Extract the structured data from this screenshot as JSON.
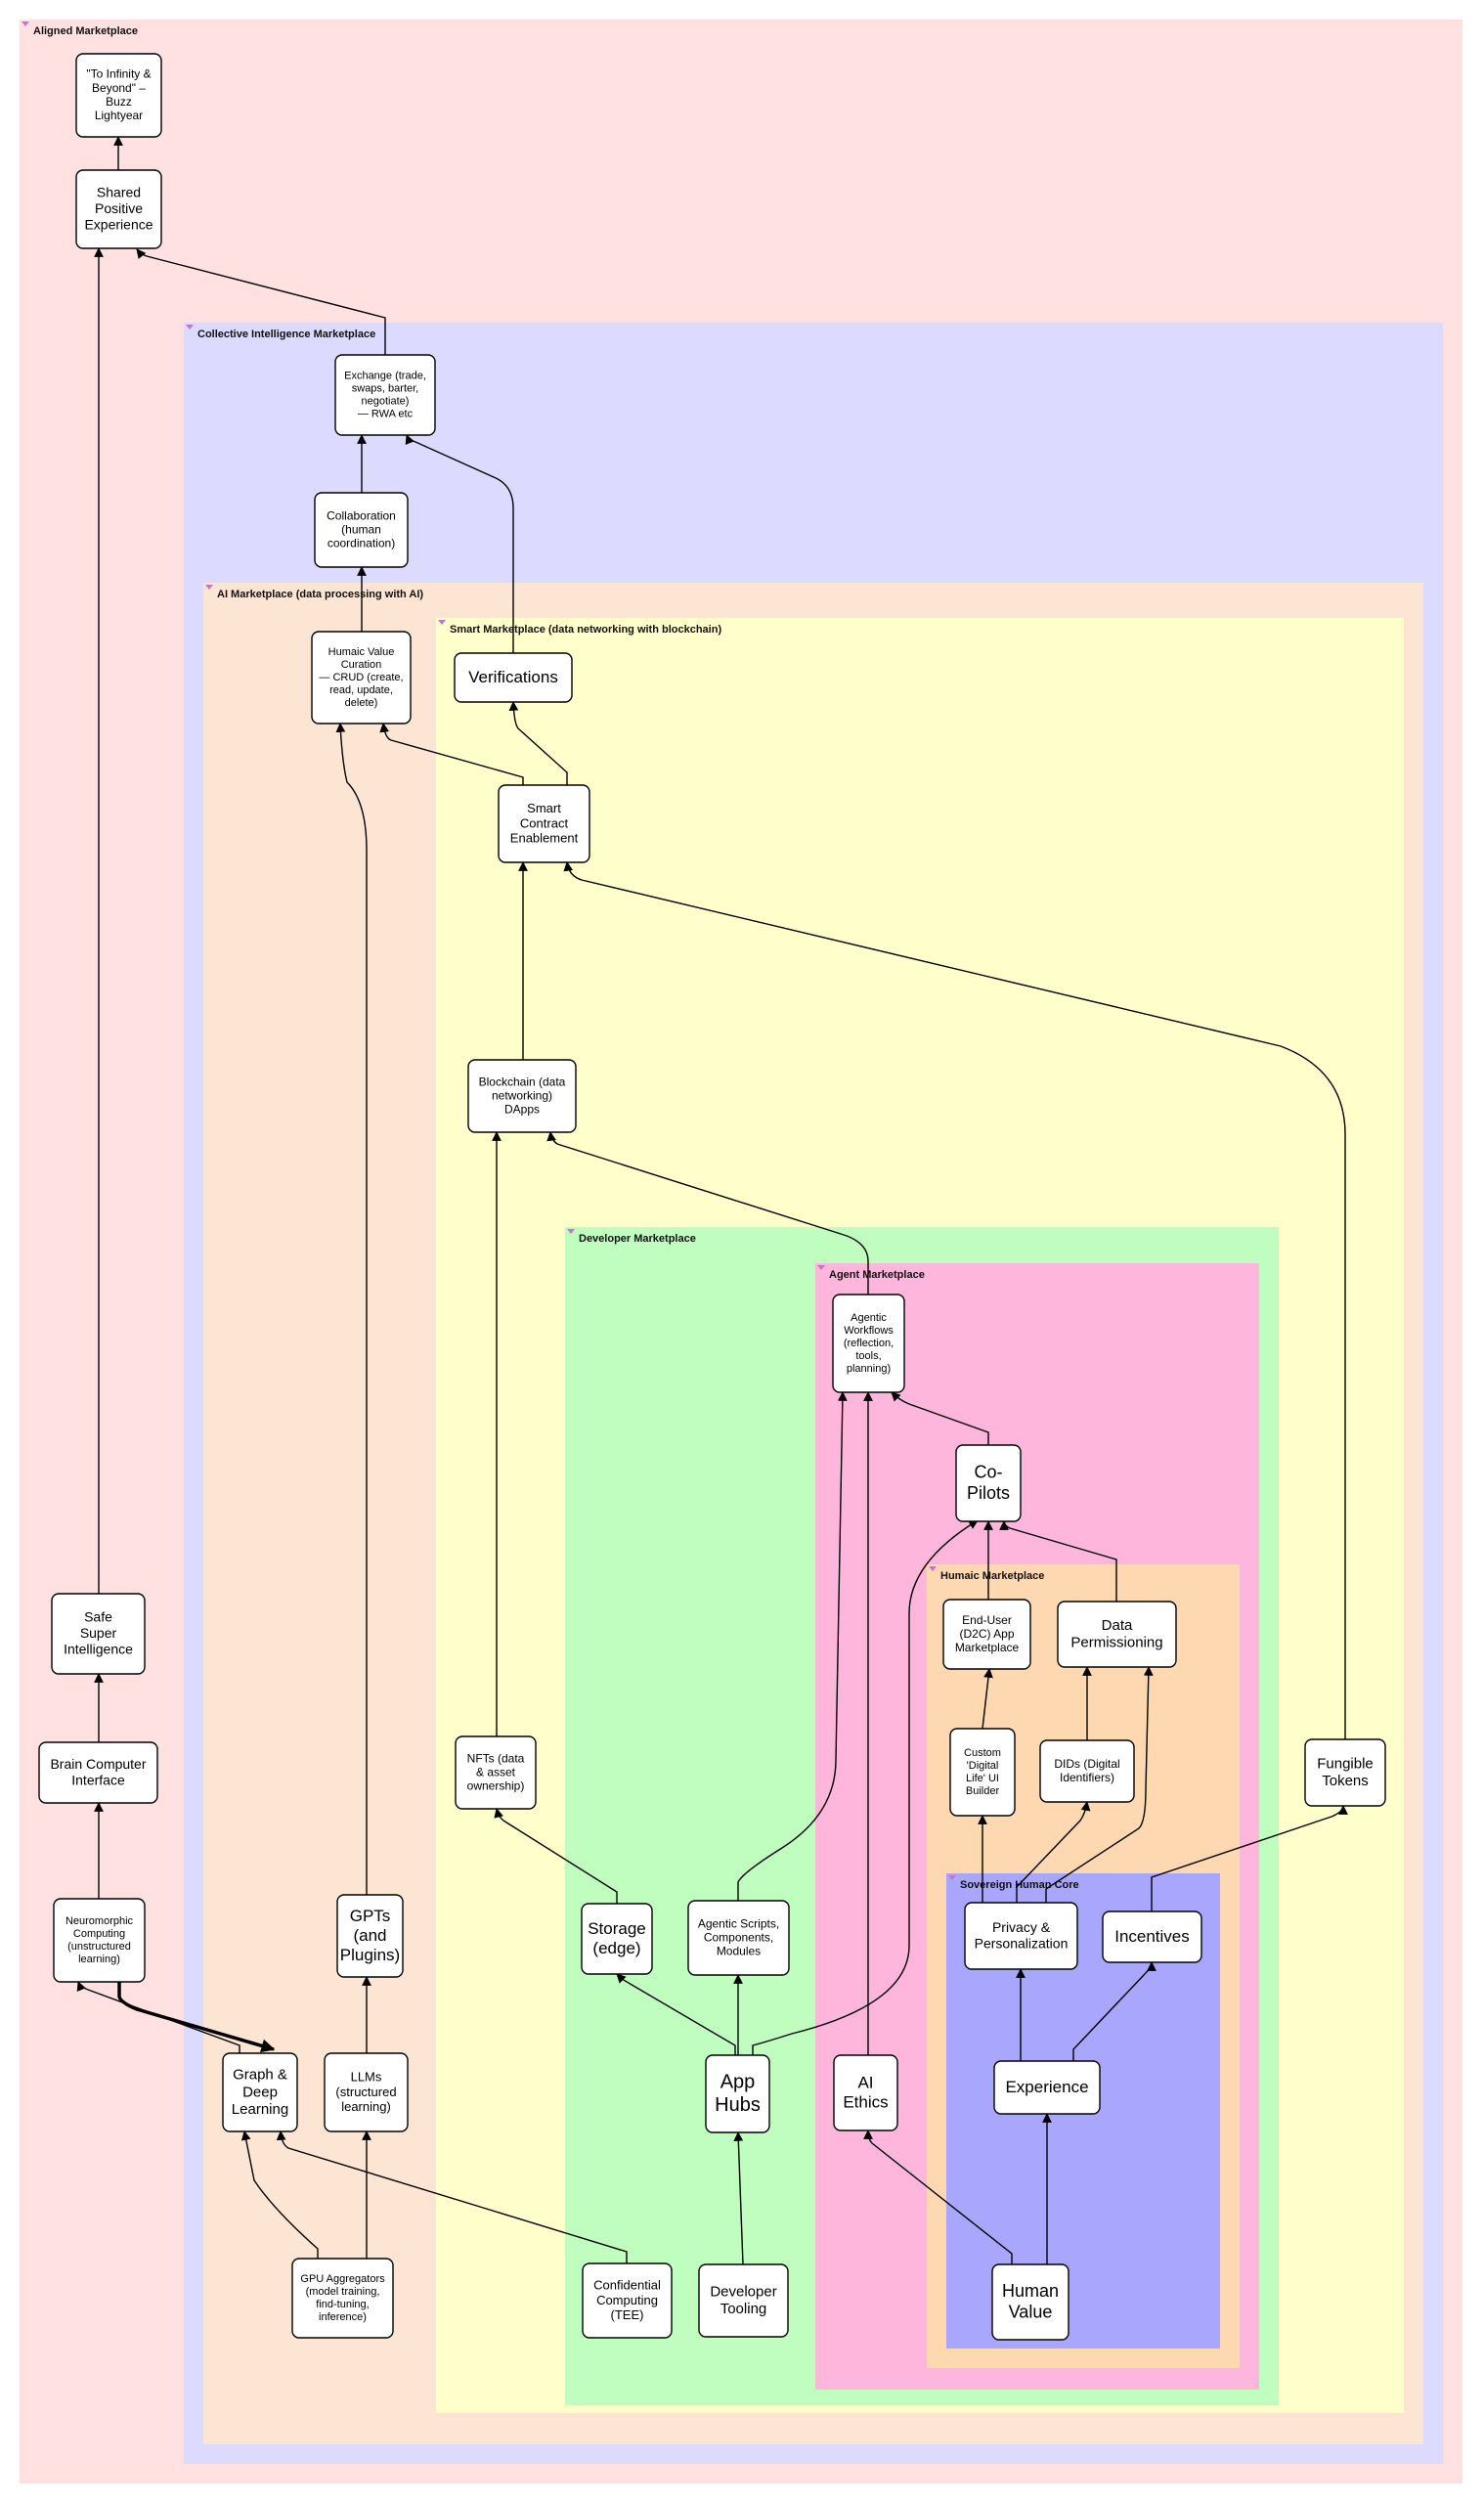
{
  "containers": [
    {
      "id": "aligned",
      "title": "Aligned Marketplace",
      "color": "#ffe1e2"
    },
    {
      "id": "collective",
      "title": "Collective Intelligence Marketplace",
      "color": "#dcdaff"
    },
    {
      "id": "ai",
      "title": "AI Marketplace (data processing with AI)",
      "color": "#fde5d3"
    },
    {
      "id": "smart",
      "title": "Smart Marketplace (data networking with blockchain)",
      "color": "#ffffcb"
    },
    {
      "id": "developer",
      "title": "Developer Marketplace",
      "color": "#c0fec0"
    },
    {
      "id": "agent",
      "title": "Agent Marketplace",
      "color": "#feb6dc"
    },
    {
      "id": "humaic",
      "title": "Humaic Marketplace",
      "color": "#fed8b0"
    },
    {
      "id": "sovereign",
      "title": "Sovereign Human Core",
      "color": "#a9a6fe"
    }
  ],
  "nodes": [
    {
      "id": "infinity",
      "lines": [
        "\"To Infinity &",
        "Beyond\" –",
        "Buzz",
        "Lightyear"
      ]
    },
    {
      "id": "shared",
      "lines": [
        "Shared",
        "Positive",
        "Experience"
      ]
    },
    {
      "id": "exchange",
      "lines": [
        "Exchange (trade,",
        "swaps, barter,",
        "negotiate)",
        "— RWA etc"
      ]
    },
    {
      "id": "collab",
      "lines": [
        "Collaboration",
        "(human",
        "coordination)"
      ]
    },
    {
      "id": "humaicvalue",
      "lines": [
        "Humaic Value",
        "Curation",
        "— CRUD (create,",
        "read, update,",
        "delete)"
      ]
    },
    {
      "id": "verifications",
      "lines": [
        "Verifications"
      ]
    },
    {
      "id": "smartcontract",
      "lines": [
        "Smart",
        "Contract",
        "Enablement"
      ]
    },
    {
      "id": "blockchain",
      "lines": [
        "Blockchain (data",
        "networking)",
        "DApps"
      ]
    },
    {
      "id": "agentic",
      "lines": [
        "Agentic",
        "Workflows",
        "(reflection,",
        "tools,",
        "planning)"
      ]
    },
    {
      "id": "copilots",
      "lines": [
        "Co-",
        "Pilots"
      ]
    },
    {
      "id": "enduser",
      "lines": [
        "End-User",
        "(D2C) App",
        "Marketplace"
      ]
    },
    {
      "id": "dataperm",
      "lines": [
        "Data",
        "Permissioning"
      ]
    },
    {
      "id": "custom",
      "lines": [
        "Custom",
        "'Digital",
        "Life' UI",
        "Builder"
      ]
    },
    {
      "id": "dids",
      "lines": [
        "DIDs (Digital",
        "Identifiers)"
      ]
    },
    {
      "id": "safe",
      "lines": [
        "Safe",
        "Super",
        "Intelligence"
      ]
    },
    {
      "id": "bci",
      "lines": [
        "Brain Computer",
        "Interface"
      ]
    },
    {
      "id": "nfts",
      "lines": [
        "NFTs (data",
        "& asset",
        "ownership)"
      ]
    },
    {
      "id": "fungible",
      "lines": [
        "Fungible",
        "Tokens"
      ]
    },
    {
      "id": "neuro",
      "lines": [
        "Neuromorphic",
        "Computing",
        "(unstructured",
        "learning)"
      ]
    },
    {
      "id": "gpts",
      "lines": [
        "GPTs",
        "(and",
        "Plugins)"
      ]
    },
    {
      "id": "storage",
      "lines": [
        "Storage",
        "(edge)"
      ]
    },
    {
      "id": "agscripts",
      "lines": [
        "Agentic Scripts,",
        "Components,",
        "Modules"
      ]
    },
    {
      "id": "privacy",
      "lines": [
        "Privacy &",
        "Personalization"
      ]
    },
    {
      "id": "incentives",
      "lines": [
        "Incentives"
      ]
    },
    {
      "id": "graph",
      "lines": [
        "Graph &",
        "Deep",
        "Learning"
      ]
    },
    {
      "id": "llms",
      "lines": [
        "LLMs",
        "(structured",
        "learning)"
      ]
    },
    {
      "id": "apphubs",
      "lines": [
        "App",
        "Hubs"
      ]
    },
    {
      "id": "aiethics",
      "lines": [
        "AI",
        "Ethics"
      ]
    },
    {
      "id": "experience",
      "lines": [
        "Experience"
      ]
    },
    {
      "id": "gpuagg",
      "lines": [
        "GPU Aggregators",
        "(model training,",
        "find-tuning,",
        "inference)"
      ]
    },
    {
      "id": "confidential",
      "lines": [
        "Confidential",
        "Computing",
        "(TEE)"
      ]
    },
    {
      "id": "devtooling",
      "lines": [
        "Developer",
        "Tooling"
      ]
    },
    {
      "id": "humanvalue",
      "lines": [
        "Human",
        "Value"
      ]
    }
  ]
}
